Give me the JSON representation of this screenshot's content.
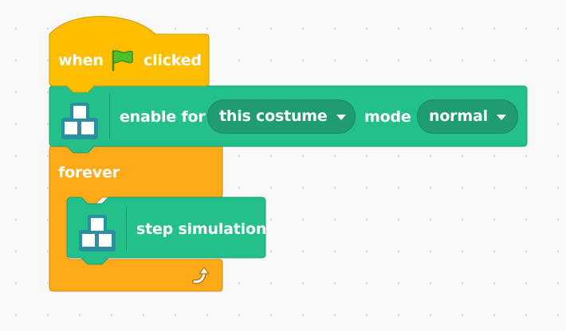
{
  "hat_block": {
    "label_before": "when",
    "label_after": "clicked",
    "icon": "green-flag-icon",
    "color": "#ffbf00"
  },
  "enable_block": {
    "label": "enable for",
    "costume_dropdown": "this costume",
    "mode_label": "mode",
    "mode_dropdown": "normal",
    "icon": "physics-blocks-icon",
    "color": "#23c08a"
  },
  "forever_block": {
    "label": "forever",
    "icon": "loop-arrow-icon",
    "color": "#ffab19"
  },
  "step_block": {
    "label": "step simulation",
    "icon": "physics-blocks-icon",
    "color": "#23c08a"
  }
}
